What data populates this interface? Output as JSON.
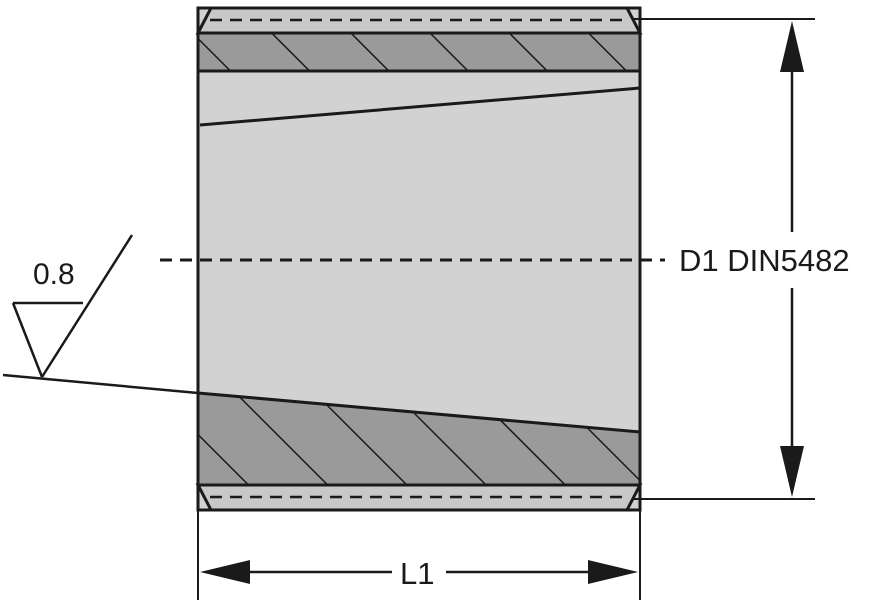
{
  "labels": {
    "roughness_value": "0.8",
    "diameter_label": "D1 DIN5482",
    "length_label": "L1"
  },
  "colors": {
    "body_fill": "#d2d2d2",
    "hatch_fill": "#9a9a9a",
    "stroke": "#1a1a1a",
    "background": "#ffffff"
  }
}
